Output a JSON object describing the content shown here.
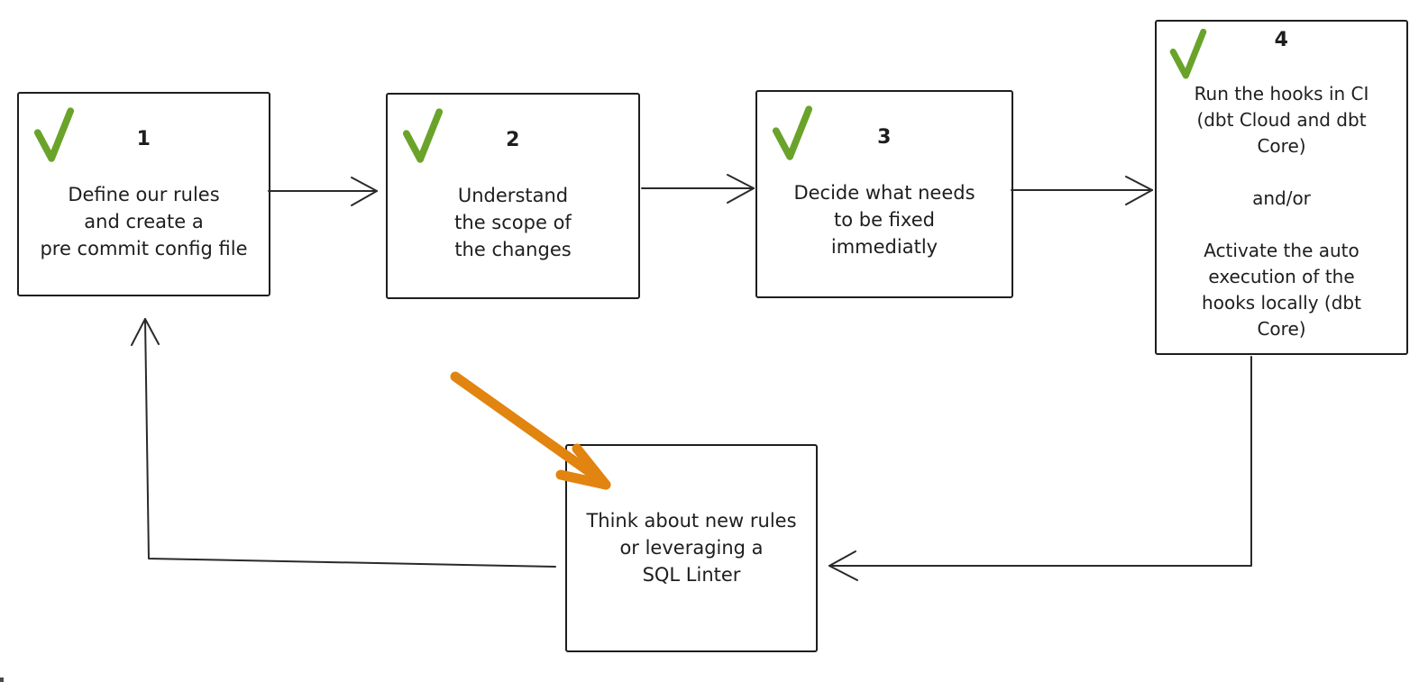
{
  "colors": {
    "ink": "#1e1e1e",
    "check_green": "#6aa32a",
    "arrow_orange": "#e28410",
    "background": "#ffffff"
  },
  "icons": {
    "checkmark": "✓",
    "flow_arrow": "→"
  },
  "steps": [
    {
      "number": "1",
      "checked": true,
      "lines": [
        "Define our rules",
        "and create a",
        "pre commit config file"
      ]
    },
    {
      "number": "2",
      "checked": true,
      "lines": [
        "Understand",
        "the scope of",
        "the changes"
      ]
    },
    {
      "number": "3",
      "checked": true,
      "lines": [
        "Decide what needs",
        "to be fixed",
        "immediatly"
      ]
    },
    {
      "number": "4",
      "checked": true,
      "lines": [
        "Run the hooks in CI",
        "(dbt Cloud and dbt",
        "Core)",
        "",
        "and/or",
        "",
        "Activate the auto",
        "execution of the",
        "hooks locally (dbt",
        "Core)"
      ]
    }
  ],
  "feedback_box": {
    "lines": [
      "Think about new rules",
      "or leveraging a",
      "SQL Linter"
    ]
  }
}
